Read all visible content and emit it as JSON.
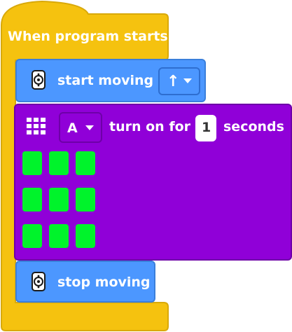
{
  "colors": {
    "event_block": "#F5C20F",
    "event_border": "#D9A90A",
    "motion_block": "#4C97FF",
    "motion_border": "#3A7FDB",
    "light_block": "#9000D8",
    "light_border": "#6E00A8",
    "pixel_on": "#00F32B",
    "text": "#FFFFFF"
  },
  "hat": {
    "label": "When program starts"
  },
  "start_moving": {
    "icon": "motor-pair-icon",
    "label": "start moving",
    "direction_value": "↑"
  },
  "light_block": {
    "icon": "light-matrix-icon",
    "port_value": "A",
    "text_turn_on_for": "turn on for",
    "duration_value": "1",
    "text_seconds": "seconds",
    "pixels": [
      [
        true,
        true,
        true
      ],
      [
        true,
        true,
        true
      ],
      [
        true,
        true,
        true
      ]
    ]
  },
  "stop_moving": {
    "icon": "motor-pair-icon",
    "label": "stop moving"
  }
}
